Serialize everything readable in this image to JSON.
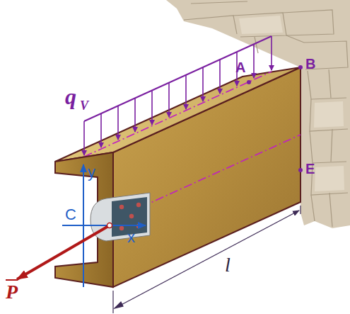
{
  "diagram": {
    "labels": [
      "q",
      "V",
      "A",
      "B",
      "E",
      "y",
      "C",
      "x",
      "P",
      "l"
    ]
  }
}
